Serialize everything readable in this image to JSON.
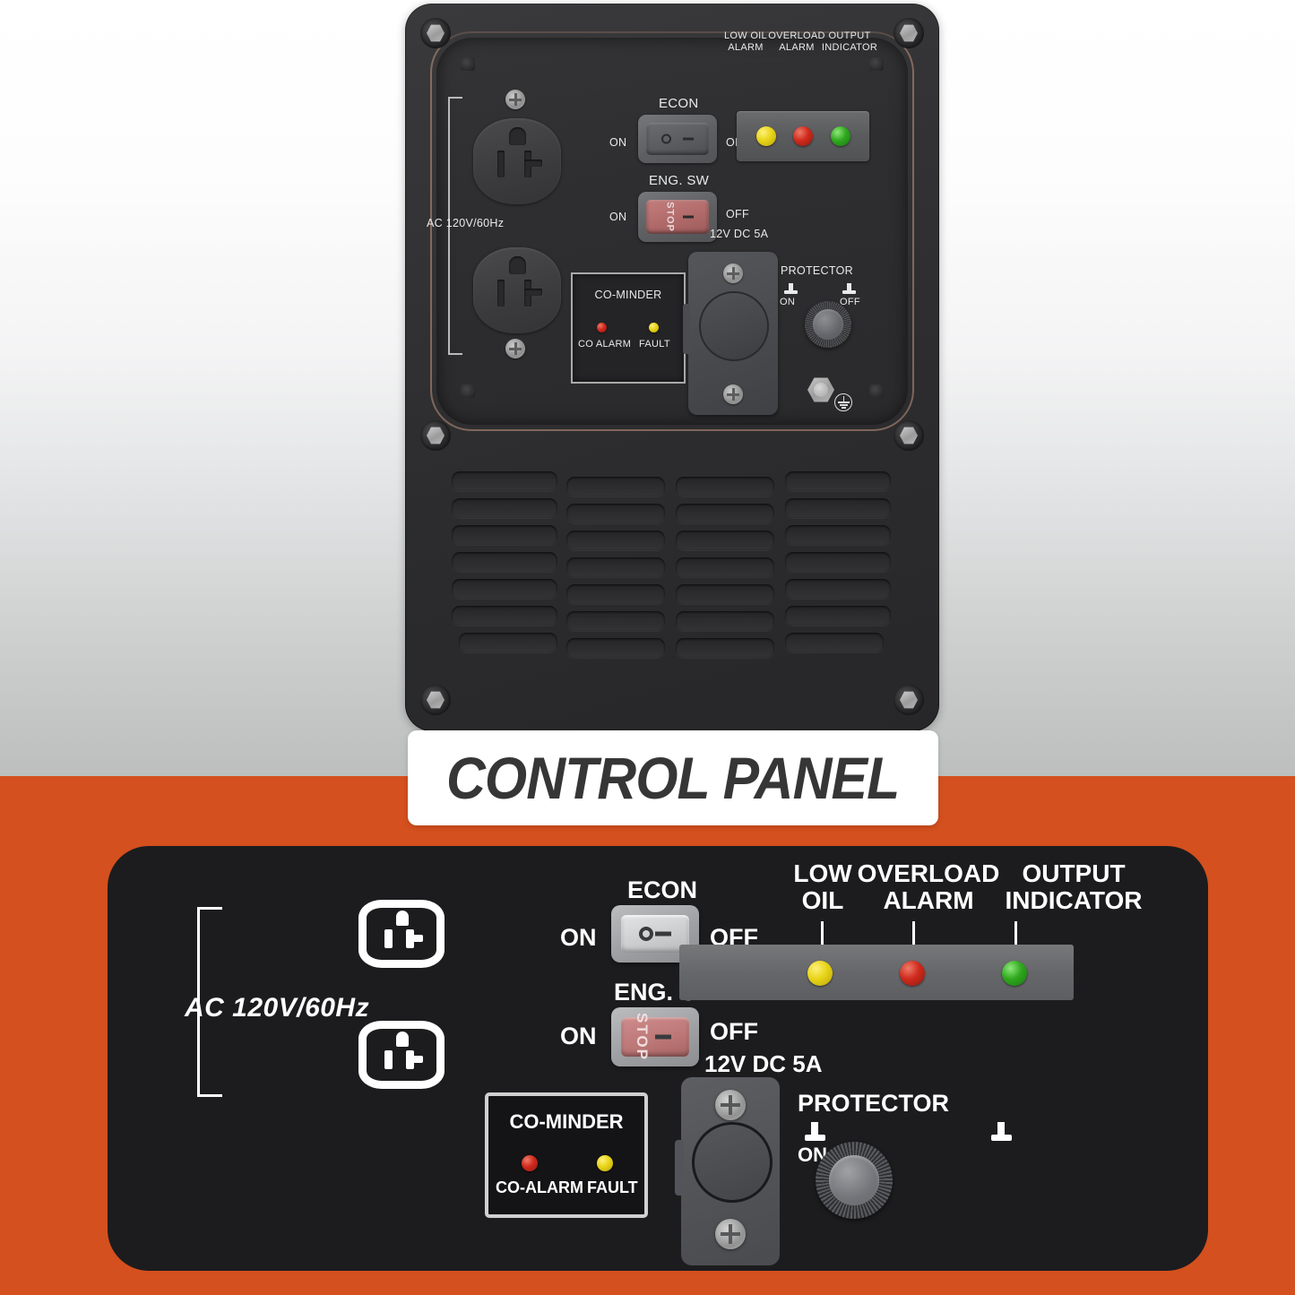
{
  "banner": {
    "title": "CONTROL PANEL"
  },
  "colors": {
    "accent_orange": "#d4501e",
    "panel_black": "#1c1c1e",
    "led_low_oil": "#e8d418",
    "led_overload": "#cf2a1c",
    "led_output": "#2fa81e",
    "text_white": "#ffffff",
    "banner_text": "#363636",
    "trim_copper": "#c49682"
  },
  "photo_panel": {
    "outlet_group": {
      "rating_label": "AC  120V/60Hz",
      "outlet_count": 2,
      "outlet_type": "NEMA 5-20R duplex"
    },
    "econ_switch": {
      "title": "ECON",
      "on_label": "ON",
      "off_label": "OFF",
      "marks": {
        "on_symbol": "circle",
        "off_symbol": "dash"
      }
    },
    "engine_switch": {
      "title": "ENG. SW",
      "on_label": "ON",
      "off_label": "OFF",
      "sub_label": "12V DC 5A",
      "rocker_text": "STOP",
      "rocker_color": "#b06a6a"
    },
    "indicator_bar": {
      "lamps": [
        {
          "name": "low-oil-alarm",
          "line1": "LOW OIL",
          "line2": "ALARM",
          "color": "#e8d418"
        },
        {
          "name": "overload-alarm",
          "line1": "OVERLOAD",
          "line2": "ALARM",
          "color": "#cf2a1c"
        },
        {
          "name": "output-indicator",
          "line1": "OUTPUT",
          "line2": "INDICATOR",
          "color": "#2fa81e"
        }
      ]
    },
    "co_minder": {
      "title": "CO-MINDER",
      "lamps": [
        {
          "name": "co-alarm",
          "label": "CO  ALARM",
          "color": "#cf2a1c"
        },
        {
          "name": "fault",
          "label": "FAULT",
          "color": "#e8d418"
        }
      ]
    },
    "protector": {
      "title": "PROTECTOR",
      "on_label": "ON",
      "off_label": "OFF"
    },
    "ground_terminal": {
      "name": "ground-symbol"
    },
    "vent_grille": {
      "columns": 4,
      "rows": 7
    },
    "corner_bolts": 6
  },
  "diagram_panel": {
    "outlet_group": {
      "rating_label": "AC 120V/60Hz",
      "outlet_count": 2
    },
    "econ_switch": {
      "title": "ECON",
      "on_label": "ON",
      "off_label": "OFF"
    },
    "engine_switch": {
      "title": "ENG. SW",
      "on_label": "ON",
      "off_label": "OFF",
      "sub_label": "12V DC 5A",
      "rocker_text": "STOP"
    },
    "indicator_bar": {
      "lamps": [
        {
          "name": "low-oil",
          "line1": "LOW",
          "line2": "OIL",
          "color": "#e8d418"
        },
        {
          "name": "overload-alarm",
          "line1": "OVERLOAD",
          "line2": "ALARM",
          "color": "#cf2a1c"
        },
        {
          "name": "output-indicator",
          "line1": "OUTPUT",
          "line2": "INDICATOR",
          "color": "#2fa81e"
        }
      ]
    },
    "co_minder": {
      "title": "CO-MINDER",
      "lamps": [
        {
          "name": "co-alarm",
          "label": "CO-ALARM",
          "color": "#cf2a1c"
        },
        {
          "name": "fault",
          "label": "FAULT",
          "color": "#e8d418"
        }
      ]
    },
    "protector": {
      "title": "PROTECTOR",
      "on_label": "ON"
    }
  }
}
